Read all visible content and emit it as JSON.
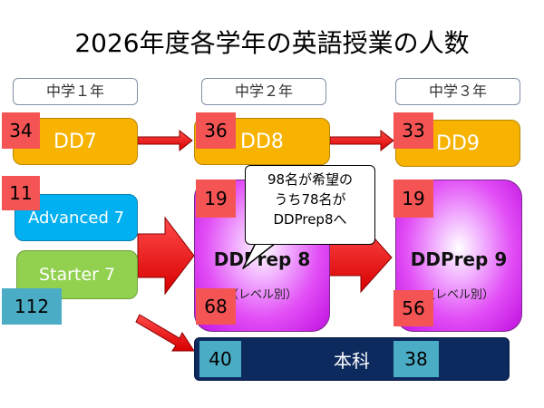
{
  "title": "2026年度各学年の英語授業の人数",
  "grades": {
    "g1": "中学１年",
    "g2": "中学２年",
    "g3": "中学３年"
  },
  "dd": {
    "dd7": "DD7",
    "dd8": "DD8",
    "dd9": "DD9"
  },
  "dd_counts": {
    "dd7": "34",
    "dd8": "36",
    "dd9": "33"
  },
  "grade1_courses": {
    "advanced": "Advanced 7",
    "advanced_count": "11",
    "starter": "Starter 7",
    "starter_count": "112"
  },
  "ddprep8": {
    "label": "DDPrep 8",
    "sub": "（レベル別）",
    "top_count": "19",
    "bottom_count": "68"
  },
  "ddprep9": {
    "label": "DDPrep 9",
    "sub": "（レベル別）",
    "top_count": "19",
    "bottom_count": "56"
  },
  "honka": {
    "label": "本科",
    "count_g2": "40",
    "count_g3": "38"
  },
  "callout": {
    "line1": "98名が希望の",
    "line2": "うち78名が",
    "line3": "DDPrep8へ"
  },
  "colors": {
    "dd": "#f7b300",
    "count_red": "#f45454",
    "count_blue": "#4bacc6",
    "advanced": "#00b0f0",
    "starter": "#92d050",
    "prep": "#e24ff6",
    "honka": "#0d2a5e",
    "arrow": "#ff0000"
  }
}
